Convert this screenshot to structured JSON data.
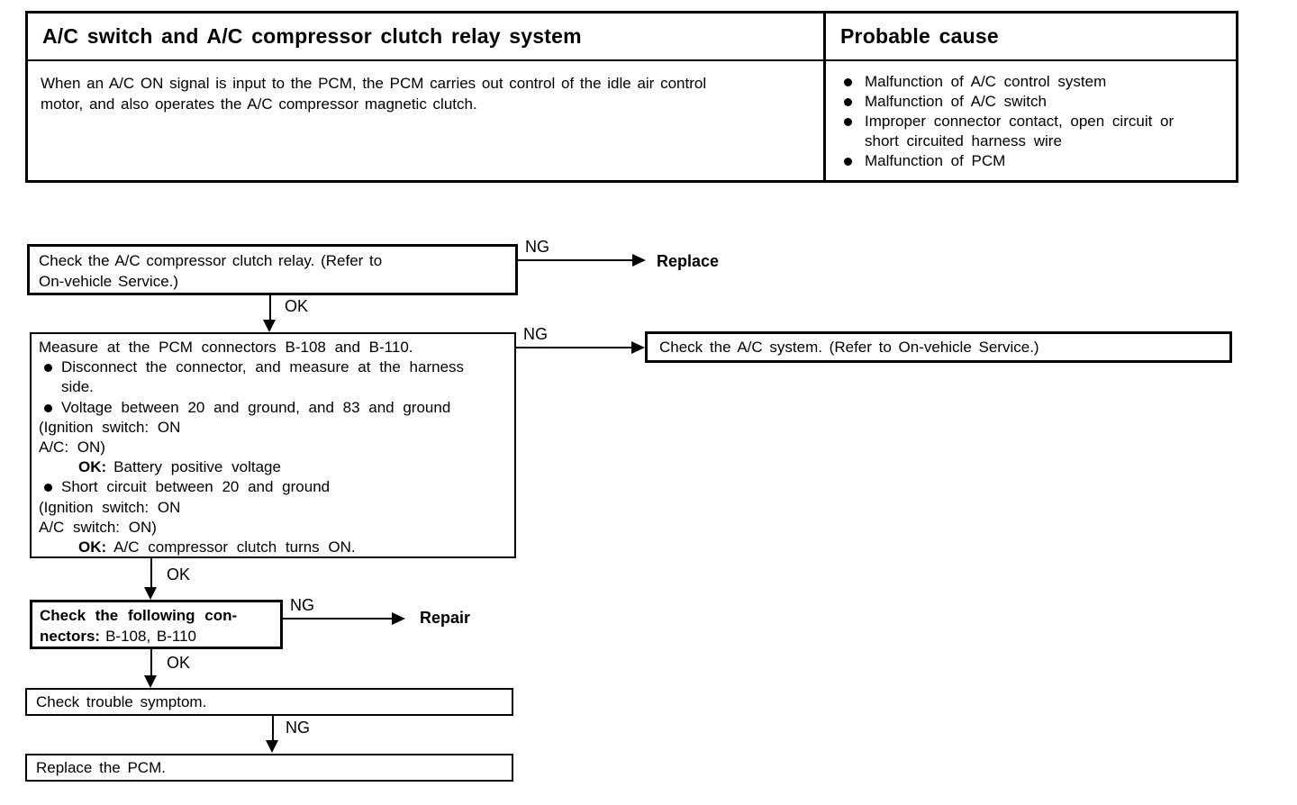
{
  "header_table": {
    "system_title": "A/C switch and A/C compressor clutch relay system",
    "probable_cause_title": "Probable cause",
    "description_lines": [
      "When an A/C ON signal is input to the PCM, the PCM carries out control of the idle air control",
      "motor, and also operates the A/C compressor magnetic clutch."
    ],
    "causes": [
      {
        "lines": [
          "Malfunction of A/C control system"
        ]
      },
      {
        "lines": [
          "Malfunction of A/C switch"
        ]
      },
      {
        "lines": [
          "Improper connector contact, open circuit or",
          "short circuited harness wire"
        ]
      },
      {
        "lines": [
          "Malfunction of PCM"
        ]
      }
    ]
  },
  "flowchart": {
    "labels": {
      "ok": "OK",
      "ng": "NG"
    },
    "step1": {
      "lines": [
        "Check the A/C compressor clutch relay. (Refer to",
        "On-vehicle Service.)"
      ],
      "ng_action": "Replace"
    },
    "step2": {
      "title": "Measure at the PCM connectors B-108 and B-110.",
      "items": [
        {
          "kind": "bullet",
          "lines": [
            "Disconnect the connector, and measure at the harness",
            "side."
          ]
        },
        {
          "kind": "bullet",
          "lines": [
            "Voltage between 20 and ground, and 83 and ground"
          ]
        },
        {
          "kind": "plain",
          "lines": [
            "(Ignition switch: ON"
          ]
        },
        {
          "kind": "plain",
          "lines": [
            "A/C: ON)"
          ]
        },
        {
          "kind": "ok",
          "prefix": "OK:",
          "text": "Battery positive voltage"
        },
        {
          "kind": "bullet",
          "lines": [
            "Short circuit between 20 and ground"
          ]
        },
        {
          "kind": "plain",
          "lines": [
            "(Ignition switch: ON"
          ]
        },
        {
          "kind": "plain",
          "lines": [
            "A/C switch: ON)"
          ]
        },
        {
          "kind": "ok",
          "prefix": "OK:",
          "text": "A/C compressor clutch turns ON."
        }
      ],
      "ng_action": "Check the A/C system.  (Refer to On-vehicle Service.)"
    },
    "step3": {
      "bold_line1": "Check the following con-",
      "bold_line2": "nectors:",
      "normal_line2": "B-108, B-110",
      "ng_action": "Repair"
    },
    "step4": {
      "text": "Check trouble symptom."
    },
    "step5": {
      "text": "Replace the PCM."
    }
  }
}
